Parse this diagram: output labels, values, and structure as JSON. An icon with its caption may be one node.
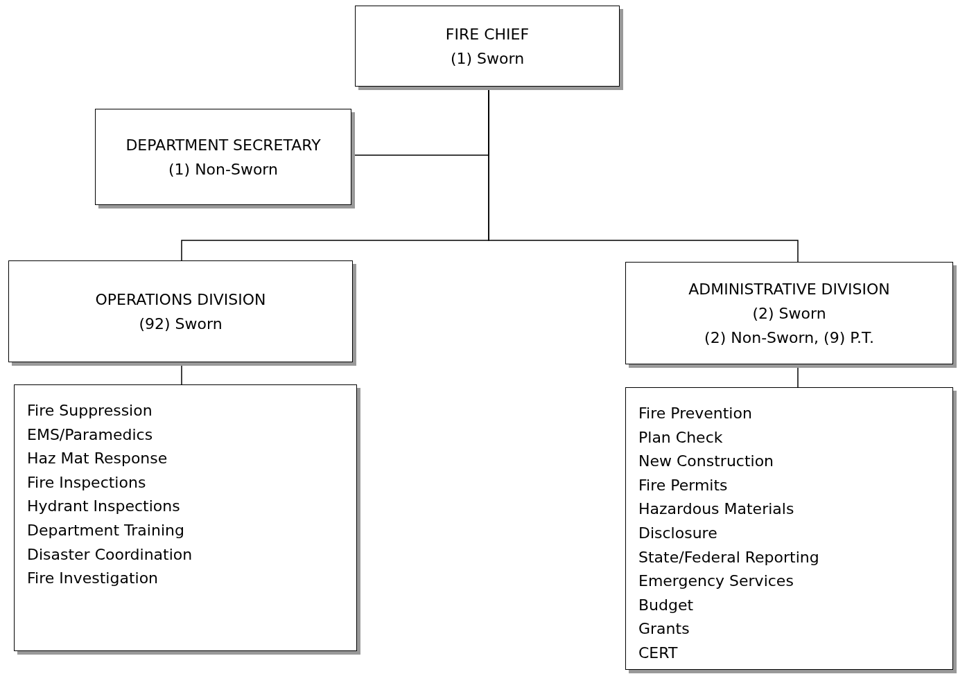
{
  "diagram": {
    "nodes": [
      {
        "text": [
          "FIRE CHIEF",
          "(1) Sworn"
        ]
      },
      {
        "text": [
          "DEPARTMENT SECRETARY",
          "(1) Non-Sworn"
        ]
      },
      {
        "text": [
          "OPERATIONS DIVISION",
          "(92) Sworn"
        ]
      },
      {
        "text": [
          "ADMINISTRATIVE DIVISION",
          "(2) Sworn",
          "(2) Non-Sworn, (9) P.T."
        ]
      },
      {
        "text": [
          "Fire Suppression",
          "EMS/Paramedics",
          "Haz Mat Response",
          "Fire Inspections",
          "Hydrant Inspections",
          "Department Training",
          "Disaster Coordination",
          "Fire Investigation"
        ]
      },
      {
        "text": [
          "Fire Prevention",
          "Plan Check",
          "New Construction",
          "Fire Permits",
          "Hazardous Materials",
          "Disclosure",
          "State/Federal Reporting",
          "Emergency Services",
          "Budget",
          "Grants",
          "CERT"
        ]
      }
    ],
    "edges": [
      {
        "from": 0,
        "to": 1,
        "arrow": "none"
      },
      {
        "from": 0,
        "to": 2,
        "arrow": "none"
      },
      {
        "from": 0,
        "to": 3,
        "arrow": "none"
      },
      {
        "from": 2,
        "to": 4,
        "arrow": "none"
      },
      {
        "from": 3,
        "to": 5,
        "arrow": "none"
      }
    ]
  }
}
